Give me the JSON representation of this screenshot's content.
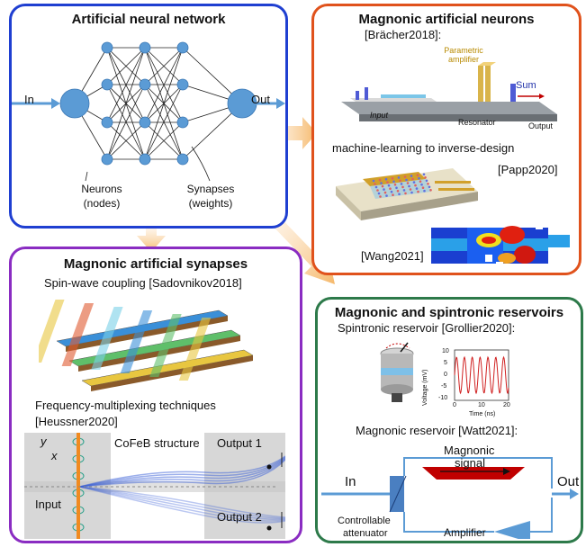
{
  "colors": {
    "ann_border": "#1f3fd1",
    "neurons_border": "#e0521c",
    "synapses_border": "#8a2cc2",
    "reservoirs_border": "#2d7a4a",
    "node_fill": "#5b9bd5",
    "flow_arrow": "#f5b86a",
    "signal_red": "#c00000"
  },
  "ann": {
    "title": "Artificial neural network",
    "in_label": "In",
    "out_label": "Out",
    "neurons_label": "Neurons",
    "neurons_sub": "(nodes)",
    "synapses_label": "Synapses",
    "synapses_sub": "(weights)"
  },
  "neurons": {
    "title": "Magnonic artificial neurons",
    "ref_bracher": "[Brächer2018]:",
    "param_amp": "Parametric amplifier",
    "sum": "Sum",
    "input": "Input",
    "resonator": "Resonator",
    "output": "Output",
    "ml_text": "machine-learning to inverse-design",
    "ref_papp": "[Papp2020]",
    "ref_wang": "[Wang2021]"
  },
  "synapses": {
    "title": "Magnonic artificial synapses",
    "sw_coupling": "Spin-wave coupling [Sadovnikov2018]",
    "freq_mux": "Frequency-multiplexing techniques",
    "ref_heussner": "[Heussner2020]",
    "cofeb": "CoFeB structure",
    "output1": "Output 1",
    "output2": "Output 2",
    "input": "Input",
    "y_axis": "y",
    "x_axis": "x"
  },
  "reservoirs": {
    "title": "Magnonic and spintronic reservoirs",
    "spin_res": "Spintronic reservoir [Grollier2020]:",
    "plot_ylabel": "Voltage (mV)",
    "plot_xlabel": "Time (ns)",
    "plot_yticks": [
      "10",
      "5",
      "0",
      "-5",
      "-10"
    ],
    "plot_xticks": [
      "0",
      "10",
      "20"
    ],
    "mag_res": "Magnonic reservoir [Watt2021]:",
    "magnonic_signal_1": "Magnonic",
    "magnonic_signal_2": "signal",
    "in_label": "In",
    "out_label": "Out",
    "attenuator_1": "Controllable",
    "attenuator_2": "attenuator",
    "amplifier": "Amplifier"
  }
}
